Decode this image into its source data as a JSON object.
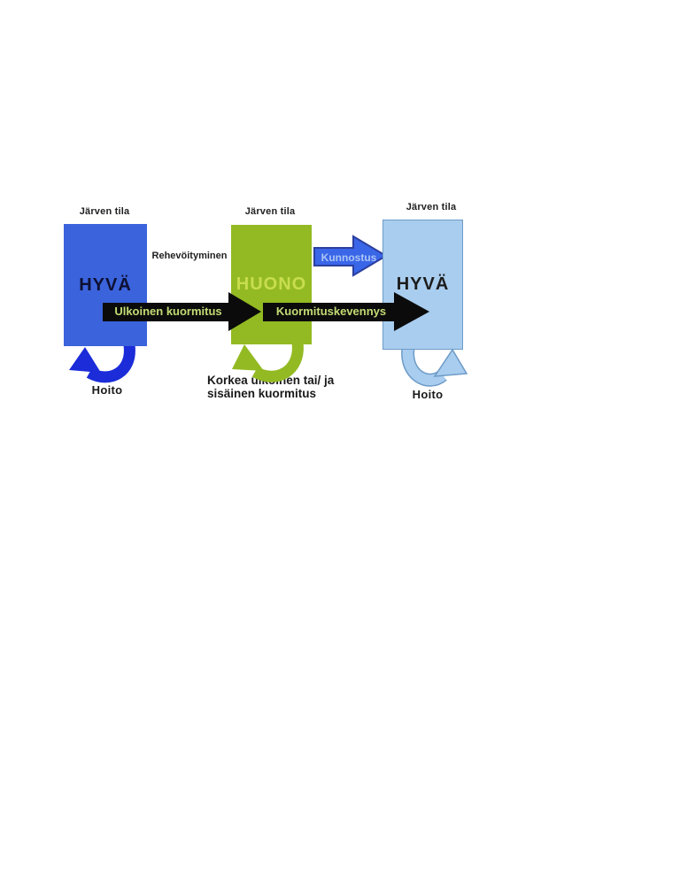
{
  "diagram": {
    "title_labels": [
      "Järven tila",
      "Järven tila",
      "Järven tila"
    ],
    "boxes": [
      {
        "state": "HYVÄ",
        "fill": "#3b63dc",
        "text_color": "#0d1033"
      },
      {
        "state": "HUONO",
        "fill": "#93ba22",
        "text_color": "#c8dd50"
      },
      {
        "state": "HYVÄ",
        "fill": "#a9cdee",
        "text_color": "#1c1c1c",
        "border": "#6d9bc8"
      }
    ],
    "transition_arrows": {
      "rehevoityminen_label": "Rehevöityminen",
      "ulkoinen_kuormitus": {
        "label": "Ulkoinen kuormitus",
        "fill": "#0b0b0b",
        "label_color": "#c2db74"
      },
      "kuormituskevennys": {
        "label": "Kuormituskevennys",
        "fill": "#0b0b0b",
        "label_color": "#c2db74"
      },
      "kunnostus": {
        "label": "Kunnostus",
        "fill": "#3a66e8",
        "outline": "#2c3f9f",
        "label_color": "#abc5f5"
      }
    },
    "cycle_arrows": [
      {
        "label": "Hoito",
        "fill": "#1b2cd8"
      },
      {
        "label_line1": "Korkea ulkoinen tai/ ja",
        "label_line2": "sisäinen kuormitus",
        "fill": "#93ba22"
      },
      {
        "label": "Hoito",
        "fill": "#a9cdee",
        "outline": "#6d9bc8"
      }
    ]
  }
}
